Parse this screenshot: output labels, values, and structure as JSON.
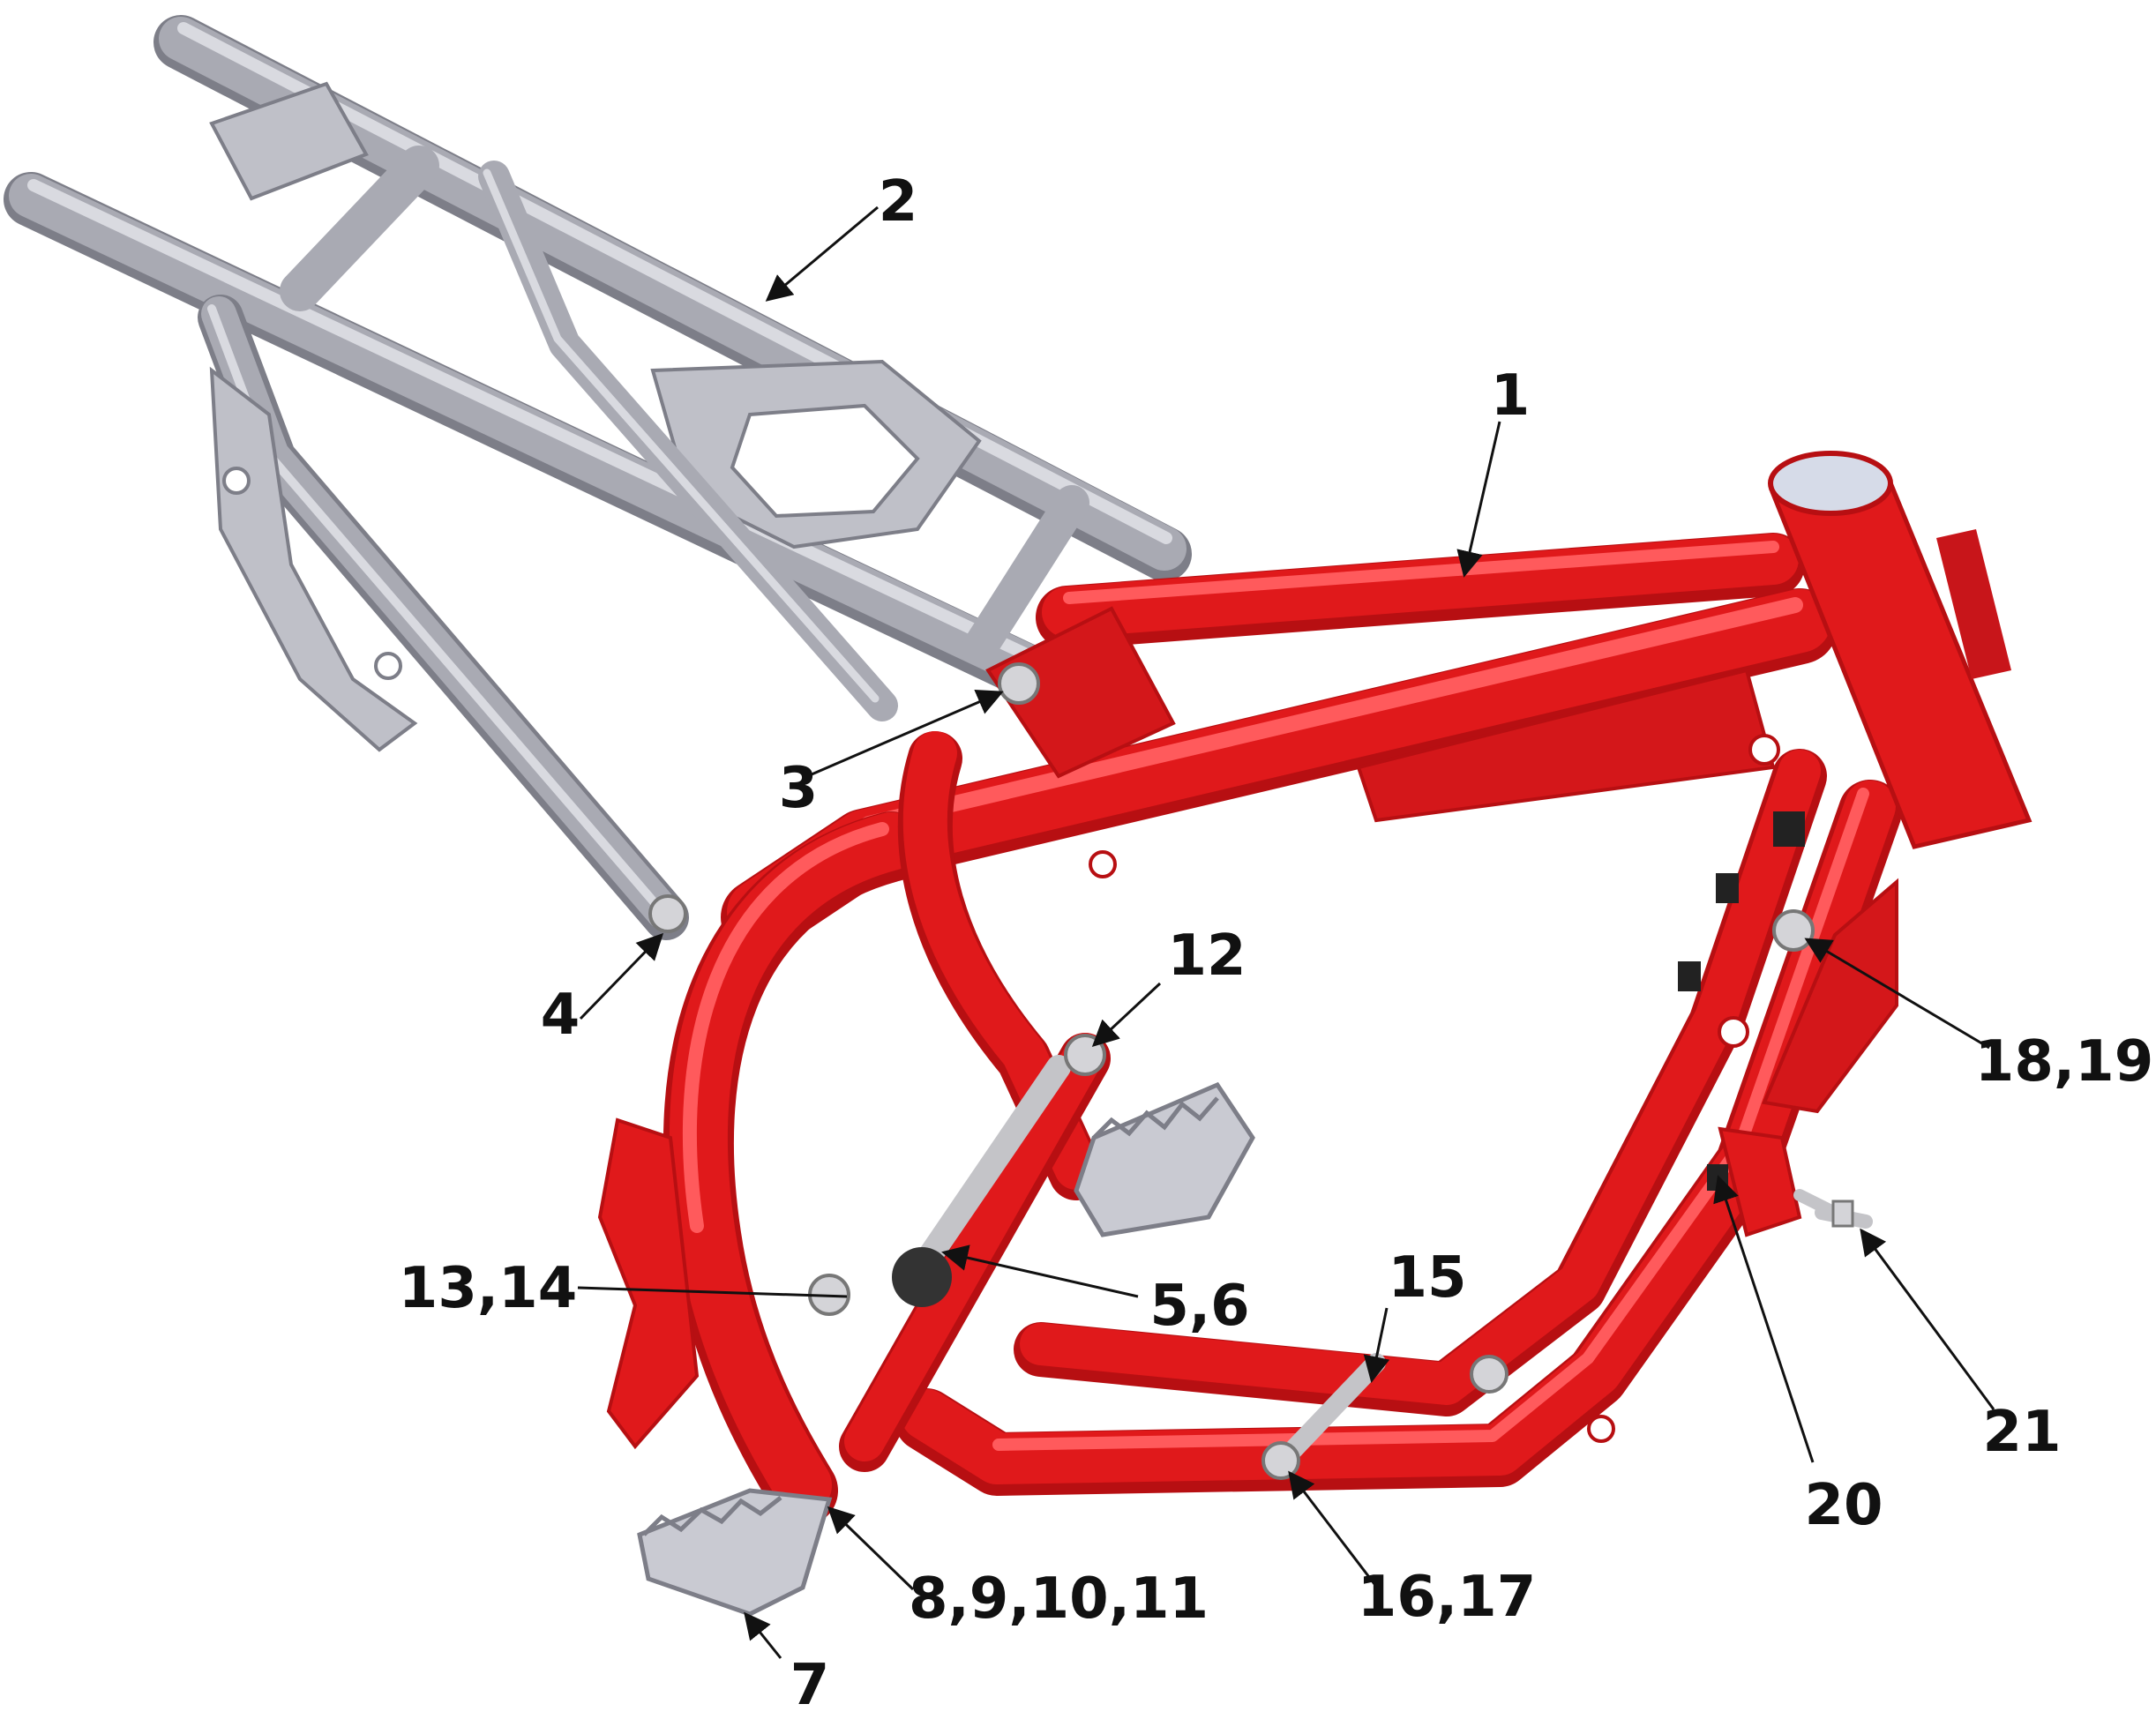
{
  "callouts": [
    {
      "id": "1",
      "label": "1"
    },
    {
      "id": "2",
      "label": "2"
    },
    {
      "id": "3",
      "label": "3"
    },
    {
      "id": "4",
      "label": "4"
    },
    {
      "id": "5",
      "label": "5,6"
    },
    {
      "id": "7",
      "label": "7"
    },
    {
      "id": "8",
      "label": "8,9,10,11"
    },
    {
      "id": "12",
      "label": "12"
    },
    {
      "id": "13",
      "label": "13,14"
    },
    {
      "id": "15",
      "label": "15"
    },
    {
      "id": "16",
      "label": "16,17"
    },
    {
      "id": "18",
      "label": "18,19"
    },
    {
      "id": "20",
      "label": "20"
    },
    {
      "id": "21",
      "label": "21"
    }
  ],
  "colors": {
    "main_frame": "#e0191b",
    "subframe": "#a9aab3",
    "footpeg": "#c9cad2",
    "hardware": "#d4d4d8",
    "line": "#111111"
  }
}
